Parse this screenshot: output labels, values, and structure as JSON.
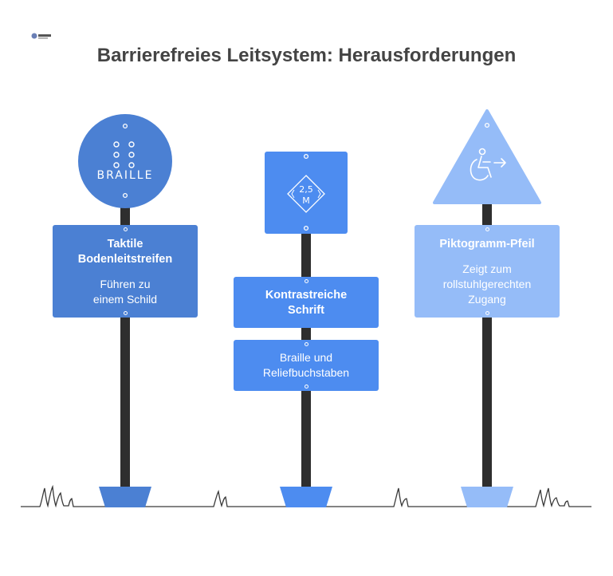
{
  "title": "Barrierefreies Leitsystem: Herausforderungen",
  "colors": {
    "blue_dark": "#4b80d3",
    "blue_mid": "#4d8cf0",
    "blue_light": "#95bcf8",
    "pole": "#2e2e2e",
    "ground": "#3a3a3a",
    "title": "#444444"
  },
  "signs": {
    "left": {
      "icon_label": "BRAILLE",
      "heading": "Taktile Bodenleitstreifen",
      "body": "Führen zu einem Schild"
    },
    "middle": {
      "icon_line1": "2,5",
      "icon_line2": "M",
      "heading": "Kontrastreiche Schrift",
      "body": "Braille und Reliefbuchstaben"
    },
    "right": {
      "icon": "wheelchair-arrow-icon",
      "heading": "Piktogramm-Pfeil",
      "body": "Zeigt zum rollstuhlgerechten Zugang"
    }
  }
}
